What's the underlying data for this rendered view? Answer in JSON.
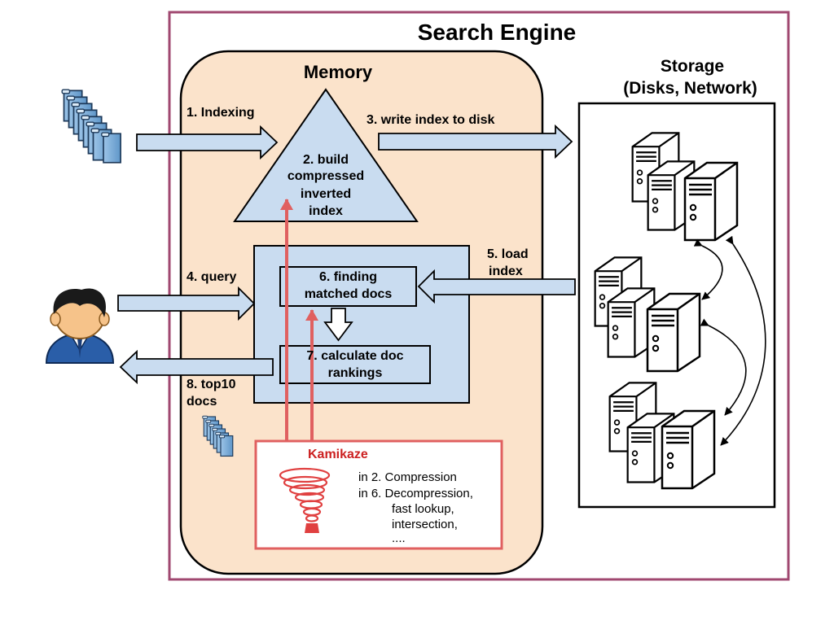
{
  "title": "Search Engine",
  "memory": {
    "title": "Memory",
    "index_triangle": [
      "2. build",
      "compressed",
      "inverted",
      "index"
    ],
    "matching_box": [
      "6. finding",
      "matched docs"
    ],
    "ranking_box": [
      "7. calculate doc",
      "rankings"
    ]
  },
  "storage": {
    "title_line1": "Storage",
    "title_line2": "(Disks, Network)"
  },
  "flows": {
    "indexing": "1. Indexing",
    "write_index": "3. write index to disk",
    "query": "4. query",
    "load_index": [
      "5. load",
      "index"
    ],
    "top10": [
      "8. top10",
      "docs"
    ]
  },
  "kamikaze": {
    "title": "Kamikaze",
    "lines": [
      "in 2. Compression",
      "in 6. Decompression,",
      "fast lookup,",
      "intersection,",
      "...."
    ]
  },
  "icons": [
    "documents-stack-icon",
    "user-avatar-icon",
    "server-icon",
    "tornado-icon"
  ],
  "colors": {
    "frame": "#a04870",
    "memory_fill": "#fbe3cb",
    "box_fill": "#c9dcf0",
    "arrow_red": "#e06060",
    "kamikaze": "#cc2020"
  }
}
